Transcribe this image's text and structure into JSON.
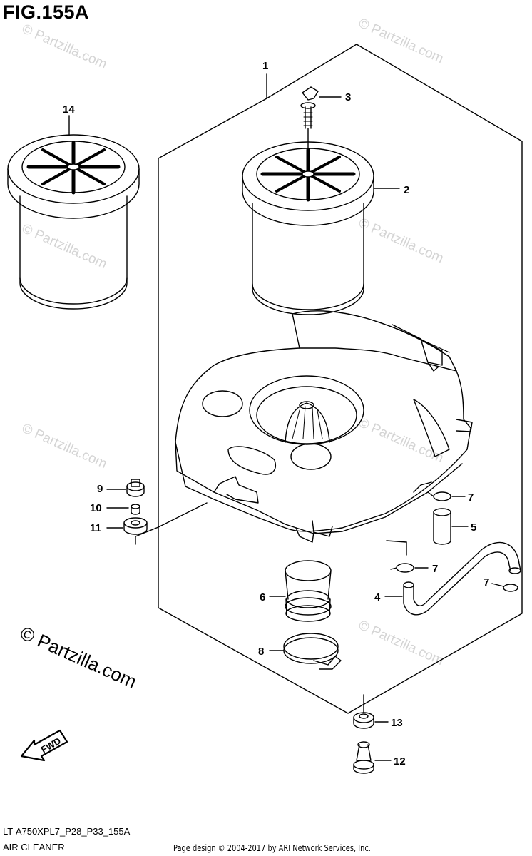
{
  "figure": {
    "title": "FIG.155A",
    "code": "LT-A750XPL7_P28_P33_155A",
    "caption": "AIR CLEANER",
    "copyright": "Page design © 2004-2017 by ARI Network Services, Inc."
  },
  "watermark": {
    "text": "© Partzilla.com"
  },
  "fwd_label": "FWD",
  "callouts": {
    "c1": "1",
    "c2": "2",
    "c3": "3",
    "c4": "4",
    "c5": "5",
    "c6": "6",
    "c7a": "7",
    "c7b": "7",
    "c7c": "7",
    "c8": "8",
    "c9": "9",
    "c10": "10",
    "c11": "11",
    "c12": "12",
    "c13": "13",
    "c14": "14"
  },
  "colors": {
    "line": "#000000",
    "watermark": "#d4d4d4",
    "background": "#ffffff"
  }
}
